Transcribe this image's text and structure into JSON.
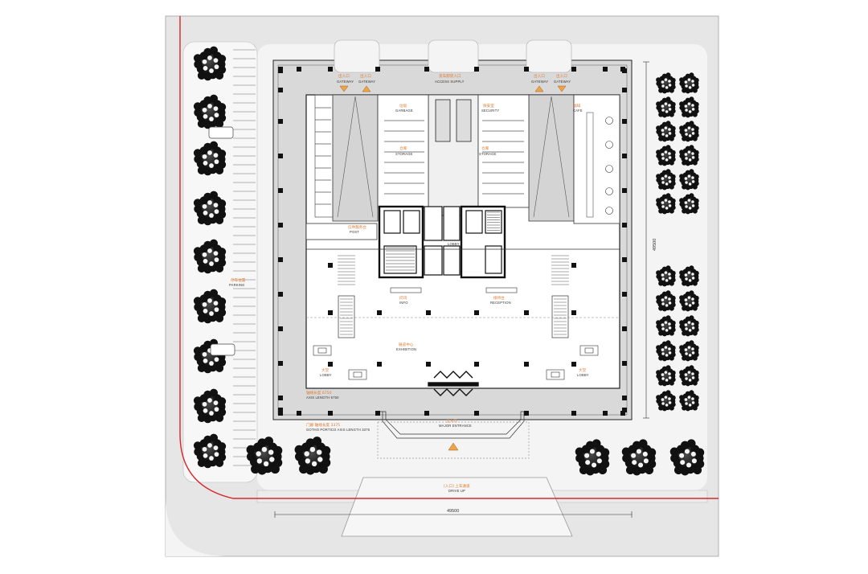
{
  "colors": {
    "ground": "#e6e6e6",
    "paving": "#f4f4f4",
    "building_floor": "#ffffff",
    "wall": "#111111",
    "accent_line": "#d62828",
    "label_cn": "#e07a2f",
    "arrow_fill": "#f0a44a"
  },
  "labels": {
    "gateway_left_cn": "出入口",
    "gateway_left_en": "GATEWAY",
    "gateway_left2_cn": "出入口",
    "gateway_left2_en": "GATEWAY",
    "access_supply_cn": "货车卸货入口",
    "access_supply_en": "ACCESS SUPPLY",
    "gateway_right_cn": "出入口",
    "gateway_right_en": "GATEWAY",
    "gateway_right2_cn": "出入口",
    "gateway_right2_en": "GATEWAY",
    "garbage_cn": "垃圾",
    "garbage_en": "GARBAGE",
    "security_cn": "保安室",
    "security_en": "SECURITY",
    "cafe_cn": "咖啡",
    "cafe_en": "CAFE",
    "storage_left_cn": "仓库",
    "storage_left_en": "STORAGE",
    "storage_right_cn": "仓库",
    "storage_right_en": "STORAGE",
    "post_cn": "信件服务台",
    "post_en": "POST",
    "parking_cn": "停车位置",
    "parking_en": "PARKING",
    "info_cn": "问讯",
    "info_en": "INFO",
    "reception_cn": "接待台",
    "reception_en": "RECEPTION",
    "exhibition_cn": "展览中心",
    "exhibition_en": "EXHIBITION",
    "lobby_left_cn": "大堂",
    "lobby_left_en": "LOBBY",
    "lobby_right_cn": "大堂",
    "lobby_right_en": "LOBBY",
    "axis_length_cn": "轴线长度 6750",
    "axis_length_en": "AXIS LENGTH 6750",
    "portico_cn": "门廊 轴线长度 3375",
    "portico_en": "GOTHO PORTICO AXIS LENGTH 3375",
    "major_entrance_cn": "主入口",
    "major_entrance_en": "MAJOR ENTRANCE",
    "drive_up_cn": "[入口] 上车通道",
    "drive_up_en": "DRIVE UP",
    "lobby_center": "LOBBY",
    "dim_horizontal": "49500",
    "dim_vertical": "49500"
  }
}
